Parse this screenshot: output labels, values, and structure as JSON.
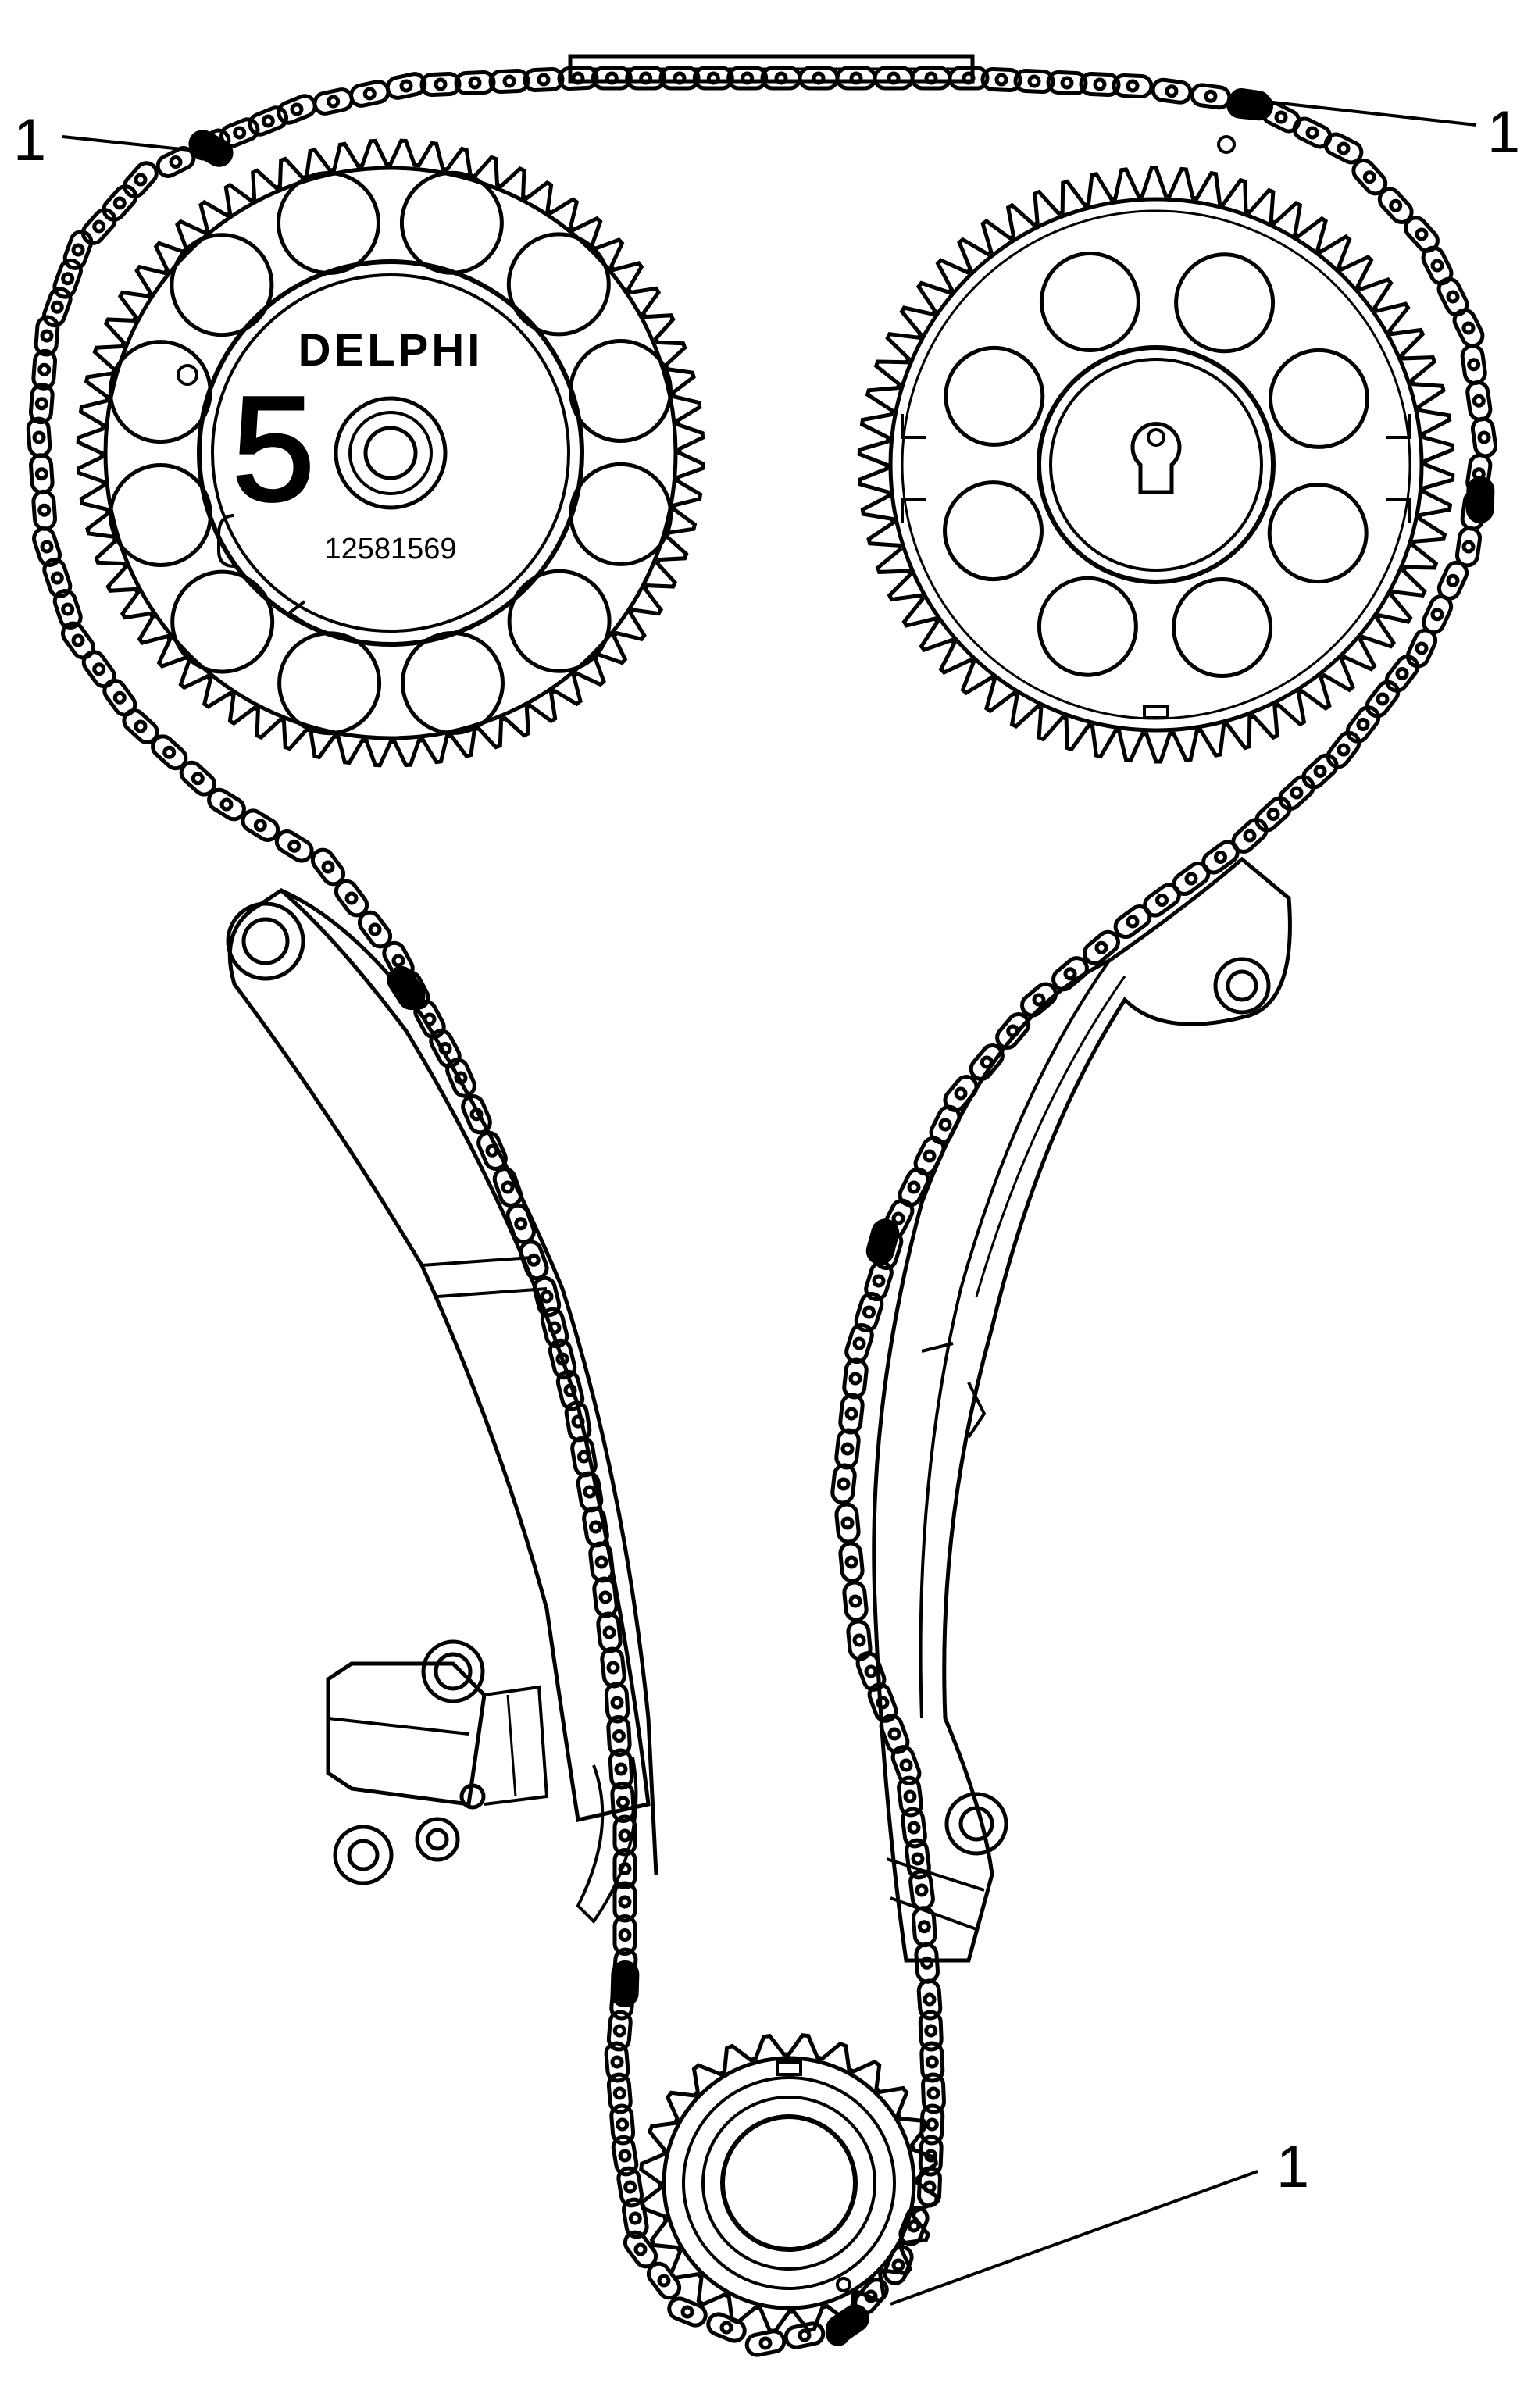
{
  "callouts": [
    {
      "id": "top-left",
      "label": "1"
    },
    {
      "id": "top-right",
      "label": "1"
    },
    {
      "id": "bottom",
      "label": "1"
    }
  ],
  "left_sprocket": {
    "brand": "DELPHI",
    "badge_number": "5",
    "part_number": "12581569"
  }
}
